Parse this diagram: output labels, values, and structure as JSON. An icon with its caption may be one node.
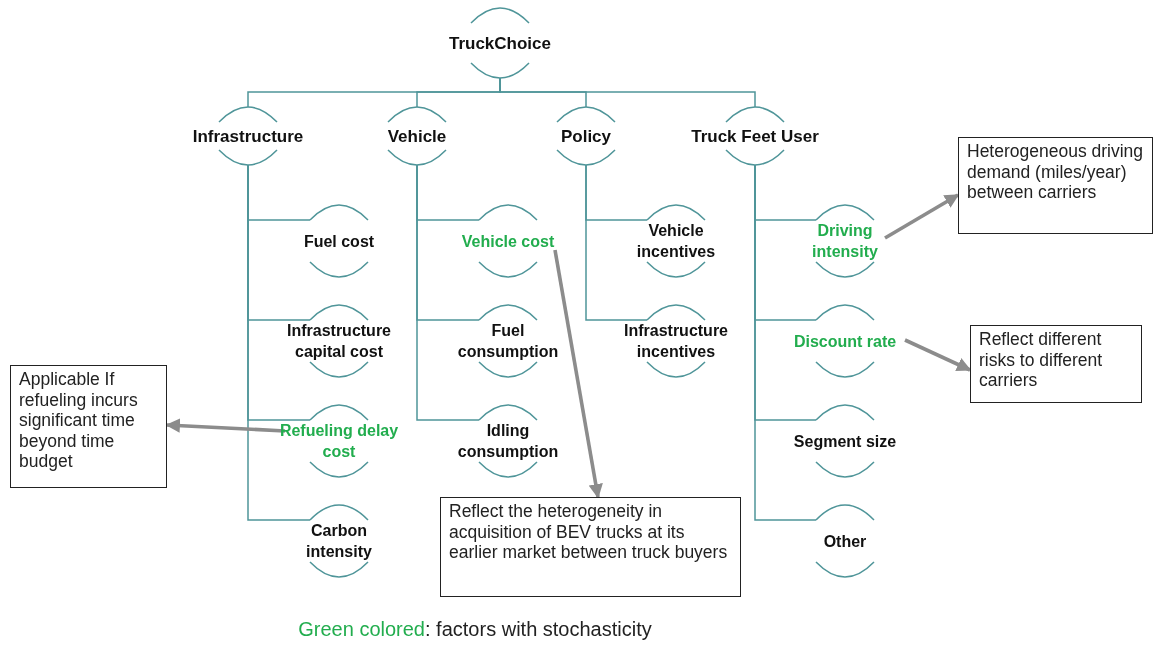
{
  "diagram": {
    "nodes": [
      {
        "text": [
          "TruckChoice"
        ]
      },
      {
        "text": [
          "Infrastructure"
        ]
      },
      {
        "text": [
          "Vehicle"
        ]
      },
      {
        "text": [
          "Policy"
        ]
      },
      {
        "text": [
          "Truck Feet User"
        ]
      },
      {
        "text": [
          "Fuel cost"
        ]
      },
      {
        "text": [
          "Infrastructure capital cost"
        ]
      },
      {
        "text": [
          "Refueling delay cost"
        ]
      },
      {
        "text": [
          "Carbon intensity"
        ]
      },
      {
        "text": [
          "Vehicle cost"
        ]
      },
      {
        "text": [
          "Fuel consumption"
        ]
      },
      {
        "text": [
          "Idling consumption"
        ]
      },
      {
        "text": [
          "Vehicle incentives"
        ]
      },
      {
        "text": [
          "Infrastructure incentives"
        ]
      },
      {
        "text": [
          "Driving intensity"
        ]
      },
      {
        "text": [
          "Discount rate"
        ]
      },
      {
        "text": [
          "Segment size"
        ]
      },
      {
        "text": [
          "Other"
        ]
      },
      {
        "text": [
          "Applicable If refueling incurs significant time beyond time budget"
        ]
      },
      {
        "text": [
          "Reflect the heterogeneity in acquisition of BEV trucks at its earlier market between truck buyers"
        ]
      },
      {
        "text": [
          "Heterogeneous driving demand (miles/year) between carriers"
        ]
      },
      {
        "text": [
          "Reflect different risks to different carriers"
        ]
      }
    ],
    "edges": [
      {
        "from": 0,
        "to": 1,
        "arrow": "none"
      },
      {
        "from": 0,
        "to": 2,
        "arrow": "none"
      },
      {
        "from": 0,
        "to": 3,
        "arrow": "none"
      },
      {
        "from": 0,
        "to": 4,
        "arrow": "none"
      },
      {
        "from": 1,
        "to": 5,
        "arrow": "none"
      },
      {
        "from": 1,
        "to": 6,
        "arrow": "none"
      },
      {
        "from": 1,
        "to": 7,
        "arrow": "none"
      },
      {
        "from": 1,
        "to": 8,
        "arrow": "none"
      },
      {
        "from": 2,
        "to": 9,
        "arrow": "none"
      },
      {
        "from": 2,
        "to": 10,
        "arrow": "none"
      },
      {
        "from": 2,
        "to": 11,
        "arrow": "none"
      },
      {
        "from": 3,
        "to": 12,
        "arrow": "none"
      },
      {
        "from": 3,
        "to": 13,
        "arrow": "none"
      },
      {
        "from": 4,
        "to": 14,
        "arrow": "none"
      },
      {
        "from": 4,
        "to": 15,
        "arrow": "none"
      },
      {
        "from": 4,
        "to": 16,
        "arrow": "none"
      },
      {
        "from": 4,
        "to": 17,
        "arrow": "none"
      },
      {
        "from": 7,
        "to": 18,
        "arrow": "to",
        "style": "thick",
        "color": "#8c8c8c"
      },
      {
        "from": 9,
        "to": 19,
        "arrow": "to",
        "style": "thick",
        "color": "#8c8c8c"
      },
      {
        "from": 14,
        "to": 20,
        "arrow": "to",
        "style": "thick",
        "color": "#8c8c8c"
      },
      {
        "from": 15,
        "to": 21,
        "arrow": "to",
        "style": "thick",
        "color": "#8c8c8c"
      }
    ],
    "legend": [
      {
        "text": "Green colored: factors with stochasticity",
        "color": "#22ad4e"
      }
    ]
  }
}
